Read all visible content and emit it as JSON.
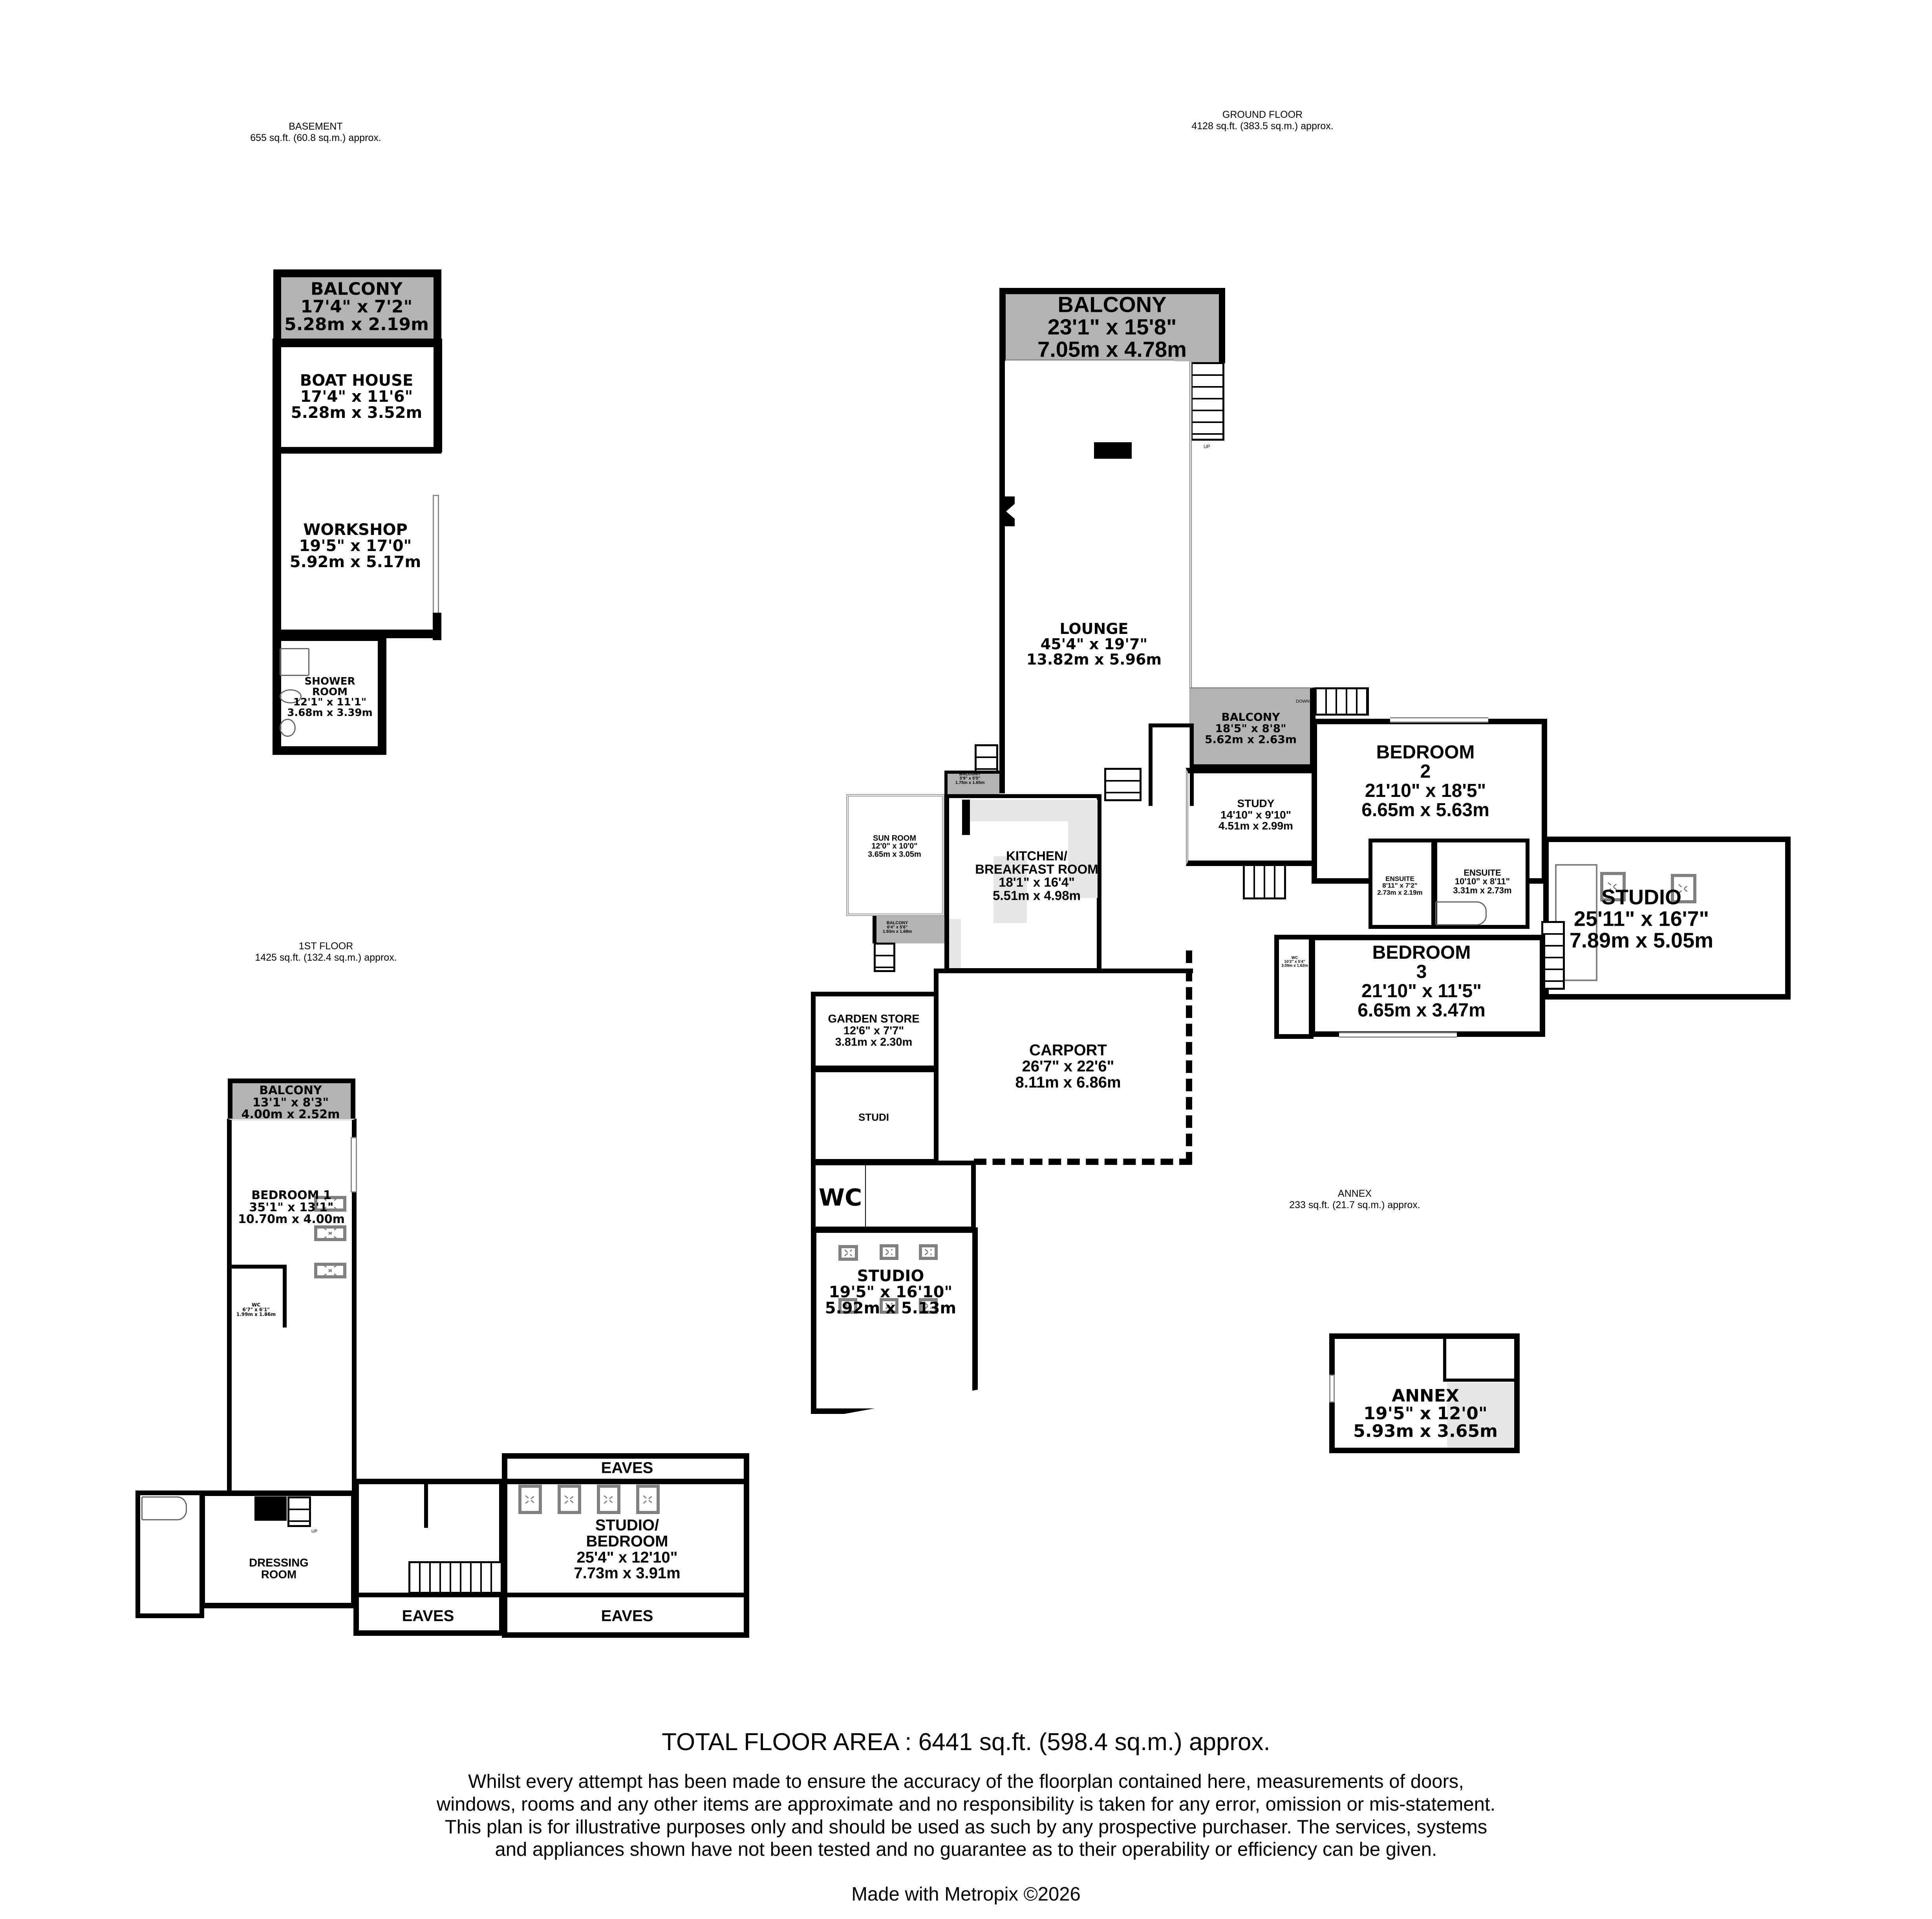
{
  "floors": {
    "basement": {
      "name": "BASEMENT",
      "area": "655 sq.ft. (60.8 sq.m.) approx."
    },
    "ground": {
      "name": "GROUND FLOOR",
      "area": "4128 sq.ft. (383.5 sq.m.) approx."
    },
    "first": {
      "name": "1ST FLOOR",
      "area": "1425 sq.ft. (132.4 sq.m.) approx."
    },
    "annex": {
      "name": "ANNEX",
      "area": "233 sq.ft. (21.7 sq.m.) approx."
    }
  },
  "basement_rooms": {
    "balcony": {
      "name": "BALCONY",
      "imperial": "17'4\"  x 7'2\"",
      "metric": "5.28m  x 2.19m"
    },
    "boat_house": {
      "name": "BOAT HOUSE",
      "imperial": "17'4\"  x 11'6\"",
      "metric": "5.28m  x 3.52m"
    },
    "workshop": {
      "name": "WORKSHOP",
      "imperial": "19'5\"  x 17'0\"",
      "metric": "5.92m  x 5.17m"
    },
    "shower_room": {
      "name1": "SHOWER",
      "name2": "ROOM",
      "imperial": "12'1\"  x 11'1\"",
      "metric": "3.68m  x 3.39m"
    }
  },
  "ground_rooms": {
    "balcony_main": {
      "name": "BALCONY",
      "imperial": "23'1\"  x 15'8\"",
      "metric": "7.05m  x 4.78m"
    },
    "lounge": {
      "name": "LOUNGE",
      "imperial": "45'4\"  x 19'7\"",
      "metric": "13.82m  x 5.96m"
    },
    "balcony_east": {
      "name": "BALCONY",
      "imperial": "18'5\"  x 8'8\"",
      "metric": "5.62m  x 2.63m"
    },
    "balcony_small": {
      "name": "BALCONY",
      "imperial": "5'9\"  x 5'5\"",
      "metric": "1.75m  x 1.65m"
    },
    "study": {
      "name": "STUDY",
      "imperial": "14'10\"  x 9'10\"",
      "metric": "4.51m  x 2.99m"
    },
    "bedroom2": {
      "name1": "BEDROOM",
      "name2": "2",
      "imperial": "21'10\"  x 18'5\"",
      "metric": "6.65m  x 5.63m"
    },
    "sun_room": {
      "name": "SUN ROOM",
      "imperial": "12'0\"  x 10'0\"",
      "metric": "3.65m  x 3.05m"
    },
    "kitchen": {
      "name1": "KITCHEN/",
      "name2": "BREAKFAST ROOM",
      "imperial": "18'1\"  x 16'4\"",
      "metric": "5.51m  x 4.98m"
    },
    "balcony_kitchen": {
      "name": "BALCONY",
      "imperial": "6'4\"  x 5'6\"",
      "metric": "1.93m  x 1.68m"
    },
    "ensuite1": {
      "name": "ENSUITE",
      "imperial": "8'11\"  x 7'2\"",
      "metric": "2.73m  x 2.19m"
    },
    "ensuite2": {
      "name": "ENSUITE",
      "imperial": "10'10\"  x 8'11\"",
      "metric": "3.31m  x 2.73m"
    },
    "studio_east": {
      "name": "STUDIO",
      "imperial": "25'11\"  x 16'7\"",
      "metric": "7.89m  x 5.05m"
    },
    "wc_small": {
      "name": "WC",
      "imperial": "10'2\"  x 5'4\"",
      "metric": "3.09m  x 1.62m"
    },
    "bedroom3": {
      "name1": "BEDROOM",
      "name2": "3",
      "imperial": "21'10\"  x 11'5\"",
      "metric": "6.65m  x 3.47m"
    },
    "garden_store": {
      "name": "GARDEN STORE",
      "imperial": "12'6\"  x 7'7\"",
      "metric": "3.81m  x 2.30m"
    },
    "carport": {
      "name": "CARPORT",
      "imperial": "26'7\"  x 22'6\"",
      "metric": "8.11m  x 6.86m"
    },
    "studi": {
      "name": "STUDI"
    },
    "wc": {
      "name": "WC"
    },
    "studio_south": {
      "name": "STUDIO",
      "imperial": "19'5\"  x 16'10\"",
      "metric": "5.92m  x 5.13m"
    }
  },
  "first_rooms": {
    "balcony": {
      "name": "BALCONY",
      "imperial": "13'1\"  x 8'3\"",
      "metric": "4.00m  x 2.52m"
    },
    "bedroom1": {
      "name": "BEDROOM 1",
      "imperial": "35'1\"  x 13'1\"",
      "metric": "10.70m  x 4.00m"
    },
    "wc": {
      "name": "WC",
      "imperial": "6'7\"  x 6'1\"",
      "metric": "1.99m  x 1.86m"
    },
    "dressing_room": {
      "name1": "DRESSING",
      "name2": "ROOM"
    },
    "studio_bedroom": {
      "name1": "STUDIO/",
      "name2": "BEDROOM",
      "imperial": "25'4\"  x 12'10\"",
      "metric": "7.73m  x 3.91m"
    },
    "eaves_top": {
      "name": "EAVES"
    },
    "eaves_bottom_left": {
      "name": "EAVES"
    },
    "eaves_bottom_right": {
      "name": "EAVES"
    }
  },
  "annex_rooms": {
    "annex": {
      "name": "ANNEX",
      "imperial": "19'5\"  x 12'0\"",
      "metric": "5.93m  x 3.65m"
    }
  },
  "stair_labels": {
    "up": "UP",
    "down": "DOWN",
    "own": "OWN"
  },
  "footer": {
    "total": "TOTAL FLOOR AREA : 6441 sq.ft. (598.4 sq.m.) approx.",
    "disclaimer": "Whilst every attempt has been made to ensure the accuracy of the floorplan contained here, measurements of doors, windows, rooms and any other items are approximate and no responsibility is taken for any error, omission or mis-statement. This plan is for illustrative purposes only and should be used as such by any prospective purchaser. The services, systems and appliances shown have not been tested and no guarantee as to their operability or efficiency can be given.",
    "made_with": "Made with Metropix ©2026"
  },
  "colors": {
    "wall": "#000000",
    "balcony": "#b3b3b3",
    "fixture": "#808080",
    "worktop": "#e6e6e6",
    "background": "#ffffff"
  }
}
